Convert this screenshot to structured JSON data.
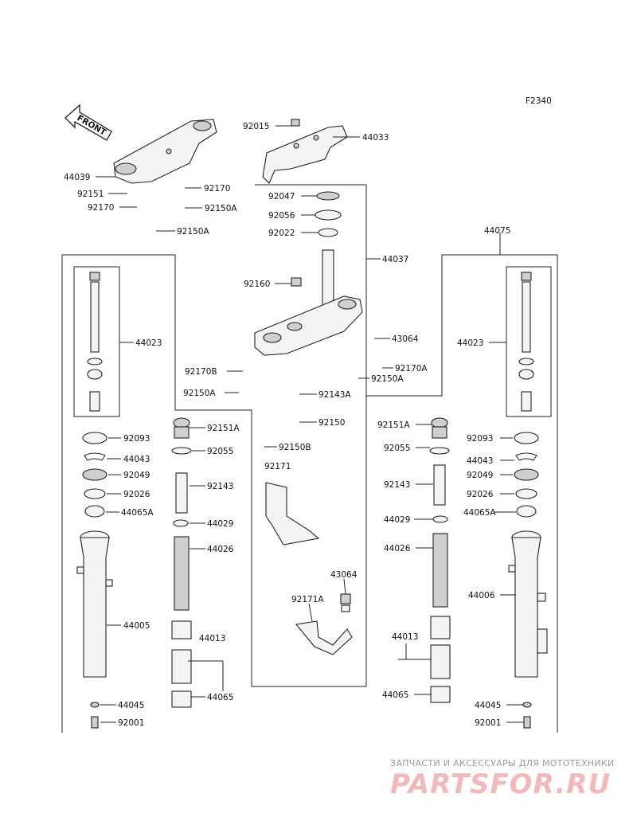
{
  "figure_code": "F2340",
  "front_arrow": "FRONT",
  "watermark": {
    "top_text": "ЗАПЧАСТИ И АКСЕССУАРЫ ДЛЯ МОТОТЕХНИКИ",
    "brand": "PARTSFOR.RU"
  },
  "callouts": {
    "p92015": "92015",
    "p44033": "44033",
    "p44039": "44039",
    "p92170_upper": "92170",
    "p92151_upper": "92151",
    "p92170_lower": "92170",
    "p92150A_upper": "92150A",
    "p92150A_lower": "92150A",
    "p92047": "92047",
    "p92056": "92056",
    "p92022": "92022",
    "p44037": "44037",
    "p44075": "44075",
    "p92160": "92160",
    "p43064_upper": "43064",
    "p44023_left": "44023",
    "p44023_right": "44023",
    "p92170B": "92170B",
    "p92170A": "92170A",
    "p92150A_center": "92150A",
    "p92150A_mid": "92150A",
    "p92143A": "92143A",
    "p92150": "92150",
    "p92151A_left": "92151A",
    "p92151A_right": "92151A",
    "p92093_left": "92093",
    "p92093_right": "92093",
    "p92055_left": "92055",
    "p92055_right": "92055",
    "p92150B": "92150B",
    "p44043_left": "44043",
    "p44043_right": "44043",
    "p92171": "92171",
    "p92049_left": "92049",
    "p92049_right": "92049",
    "p92143_left": "92143",
    "p92143_right": "92143",
    "p92026_left": "92026",
    "p92026_right": "92026",
    "p44065A_left": "44065A",
    "p44065A_right": "44065A",
    "p44029_left": "44029",
    "p44029_right": "44029",
    "p44026_left": "44026",
    "p44026_right": "44026",
    "p43064_lower": "43064",
    "p44006": "44006",
    "p92171A": "92171A",
    "p44005": "44005",
    "p44013_left": "44013",
    "p44013_right": "44013",
    "p44045_left": "44045",
    "p44045_right": "44045",
    "p44065_left": "44065",
    "p44065_right": "44065",
    "p92001_left": "92001",
    "p92001_right": "92001"
  }
}
